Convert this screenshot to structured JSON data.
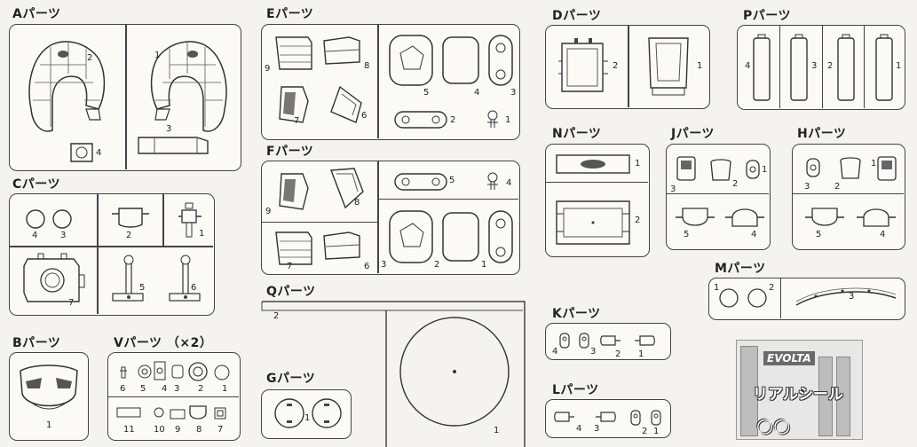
{
  "groups": {
    "A": {
      "title": "Aパーツ",
      "nums": [
        "2",
        "1",
        "4",
        "3"
      ]
    },
    "C": {
      "title": "Cパーツ",
      "nums": [
        "4",
        "3",
        "2",
        "1",
        "7",
        "5",
        "6"
      ]
    },
    "B": {
      "title": "Bパーツ",
      "nums": [
        "1"
      ]
    },
    "V": {
      "title": "Vパーツ （×2）",
      "nums": [
        "6",
        "5",
        "4",
        "3",
        "2",
        "1",
        "11",
        "10",
        "9",
        "8",
        "7"
      ]
    },
    "E": {
      "title": "Eパーツ",
      "nums": [
        "9",
        "8",
        "7",
        "6",
        "5",
        "4",
        "3",
        "2",
        "1"
      ]
    },
    "F": {
      "title": "Fパーツ",
      "nums": [
        "9",
        "8",
        "7",
        "6",
        "5",
        "4",
        "3",
        "2",
        "1"
      ]
    },
    "Q": {
      "title": "Qパーツ",
      "nums": [
        "2",
        "1"
      ]
    },
    "G": {
      "title": "Gパーツ",
      "nums": [
        "1"
      ]
    },
    "D": {
      "title": "Dパーツ",
      "nums": [
        "2",
        "1"
      ]
    },
    "N": {
      "title": "Nパーツ",
      "nums": [
        "1",
        "2"
      ]
    },
    "P": {
      "title": "Pパーツ",
      "nums": [
        "4",
        "3",
        "2",
        "1"
      ]
    },
    "J": {
      "title": "Jパーツ",
      "nums": [
        "3",
        "2",
        "1",
        "5",
        "4"
      ]
    },
    "H": {
      "title": "Hパーツ",
      "nums": [
        "3",
        "2",
        "1",
        "5",
        "4"
      ]
    },
    "M": {
      "title": "Mパーツ",
      "nums": [
        "1",
        "2",
        "3"
      ]
    },
    "K": {
      "title": "Kパーツ",
      "nums": [
        "4",
        "3",
        "2",
        "1"
      ]
    },
    "L": {
      "title": "Lパーツ",
      "nums": [
        "4",
        "3",
        "2",
        "1"
      ]
    }
  },
  "sticker": {
    "brand": "EVOLTA",
    "label": "リアルシール",
    "rings": "○○"
  },
  "colors": {
    "ink": "#333333",
    "paper": "#fbfaf7",
    "background": "#f4f3ef"
  }
}
